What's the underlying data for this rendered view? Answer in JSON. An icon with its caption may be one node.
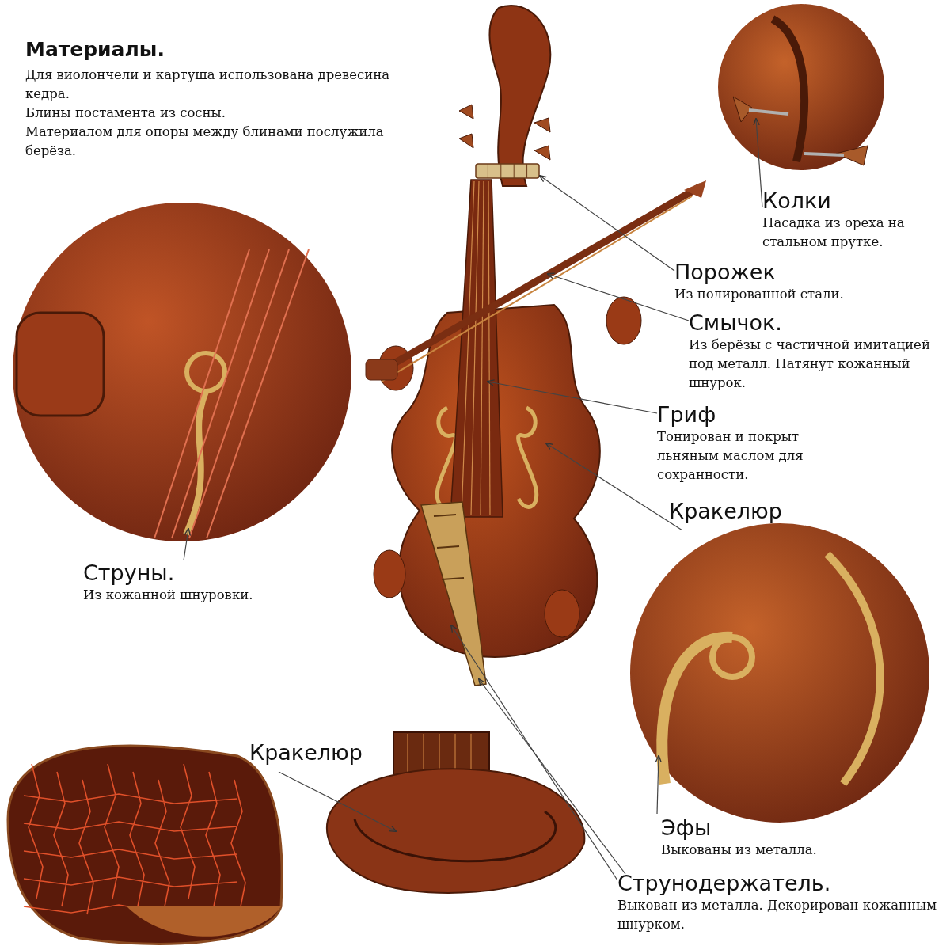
{
  "diagram": {
    "nodes": [
      {
        "text": [],
        "shape": "picture"
      },
      {
        "text": [],
        "shape": "picture"
      },
      {
        "text": [],
        "shape": "picture"
      },
      {
        "text": [],
        "shape": "picture"
      },
      {
        "text": [],
        "shape": "picture"
      },
      {
        "text": [],
        "shape": "picture"
      },
      {
        "text": [],
        "shape": "picture"
      },
      {
        "text": [],
        "shape": "picture"
      },
      {
        "text": [],
        "shape": "picture"
      },
      {
        "text": [],
        "shape": "picture"
      },
      {
        "text": [
          "Колки",
          "Насадка из ореха на стальном прутке."
        ]
      },
      {
        "text": [
          "Порожек",
          "Из полированной стали."
        ]
      },
      {
        "text": [
          "Смычок.",
          "Из берёзы с частичной имитацией под металл. Натянут кожанный шнурок."
        ]
      },
      {
        "text": [
          "Гриф",
          "Тонирован и покрыт льняным маслом для сохранности."
        ]
      },
      {
        "text": [
          "Кракелюр"
        ]
      },
      {
        "text": [
          "Струны.",
          "Из кожанной шнуровки."
        ]
      },
      {
        "text": [
          "Эфы",
          "Выкованы из металла."
        ]
      },
      {
        "text": [
          "Струнодержатель.",
          "Выкован из металла. Декорирован кожанным шнурком."
        ]
      },
      {
        "text": [
          "Кракелюр"
        ]
      }
    ],
    "edges": [
      {
        "from": 10,
        "to": 6,
        "arrow": "to"
      },
      {
        "from": 11,
        "to": 0,
        "arrow": "to"
      },
      {
        "from": 12,
        "to": 1,
        "arrow": "to"
      },
      {
        "from": 13,
        "to": 2,
        "arrow": "to"
      },
      {
        "from": 14,
        "to": 3,
        "arrow": "to"
      },
      {
        "from": 15,
        "to": 7,
        "arrow": "to"
      },
      {
        "from": 16,
        "to": 8,
        "arrow": "to"
      },
      {
        "from": 17,
        "to": 4,
        "arrow": "to"
      },
      {
        "from": 17,
        "to": 4,
        "arrow": "to"
      },
      {
        "from": 18,
        "to": 5,
        "arrow": "to"
      }
    ],
    "labels": [
      "Материалы.",
      "Для виолончели и картуша использована древесина кедра.",
      "Блины постамента из сосны.",
      "Материалом для опоры между блинами послужила берёза."
    ]
  }
}
